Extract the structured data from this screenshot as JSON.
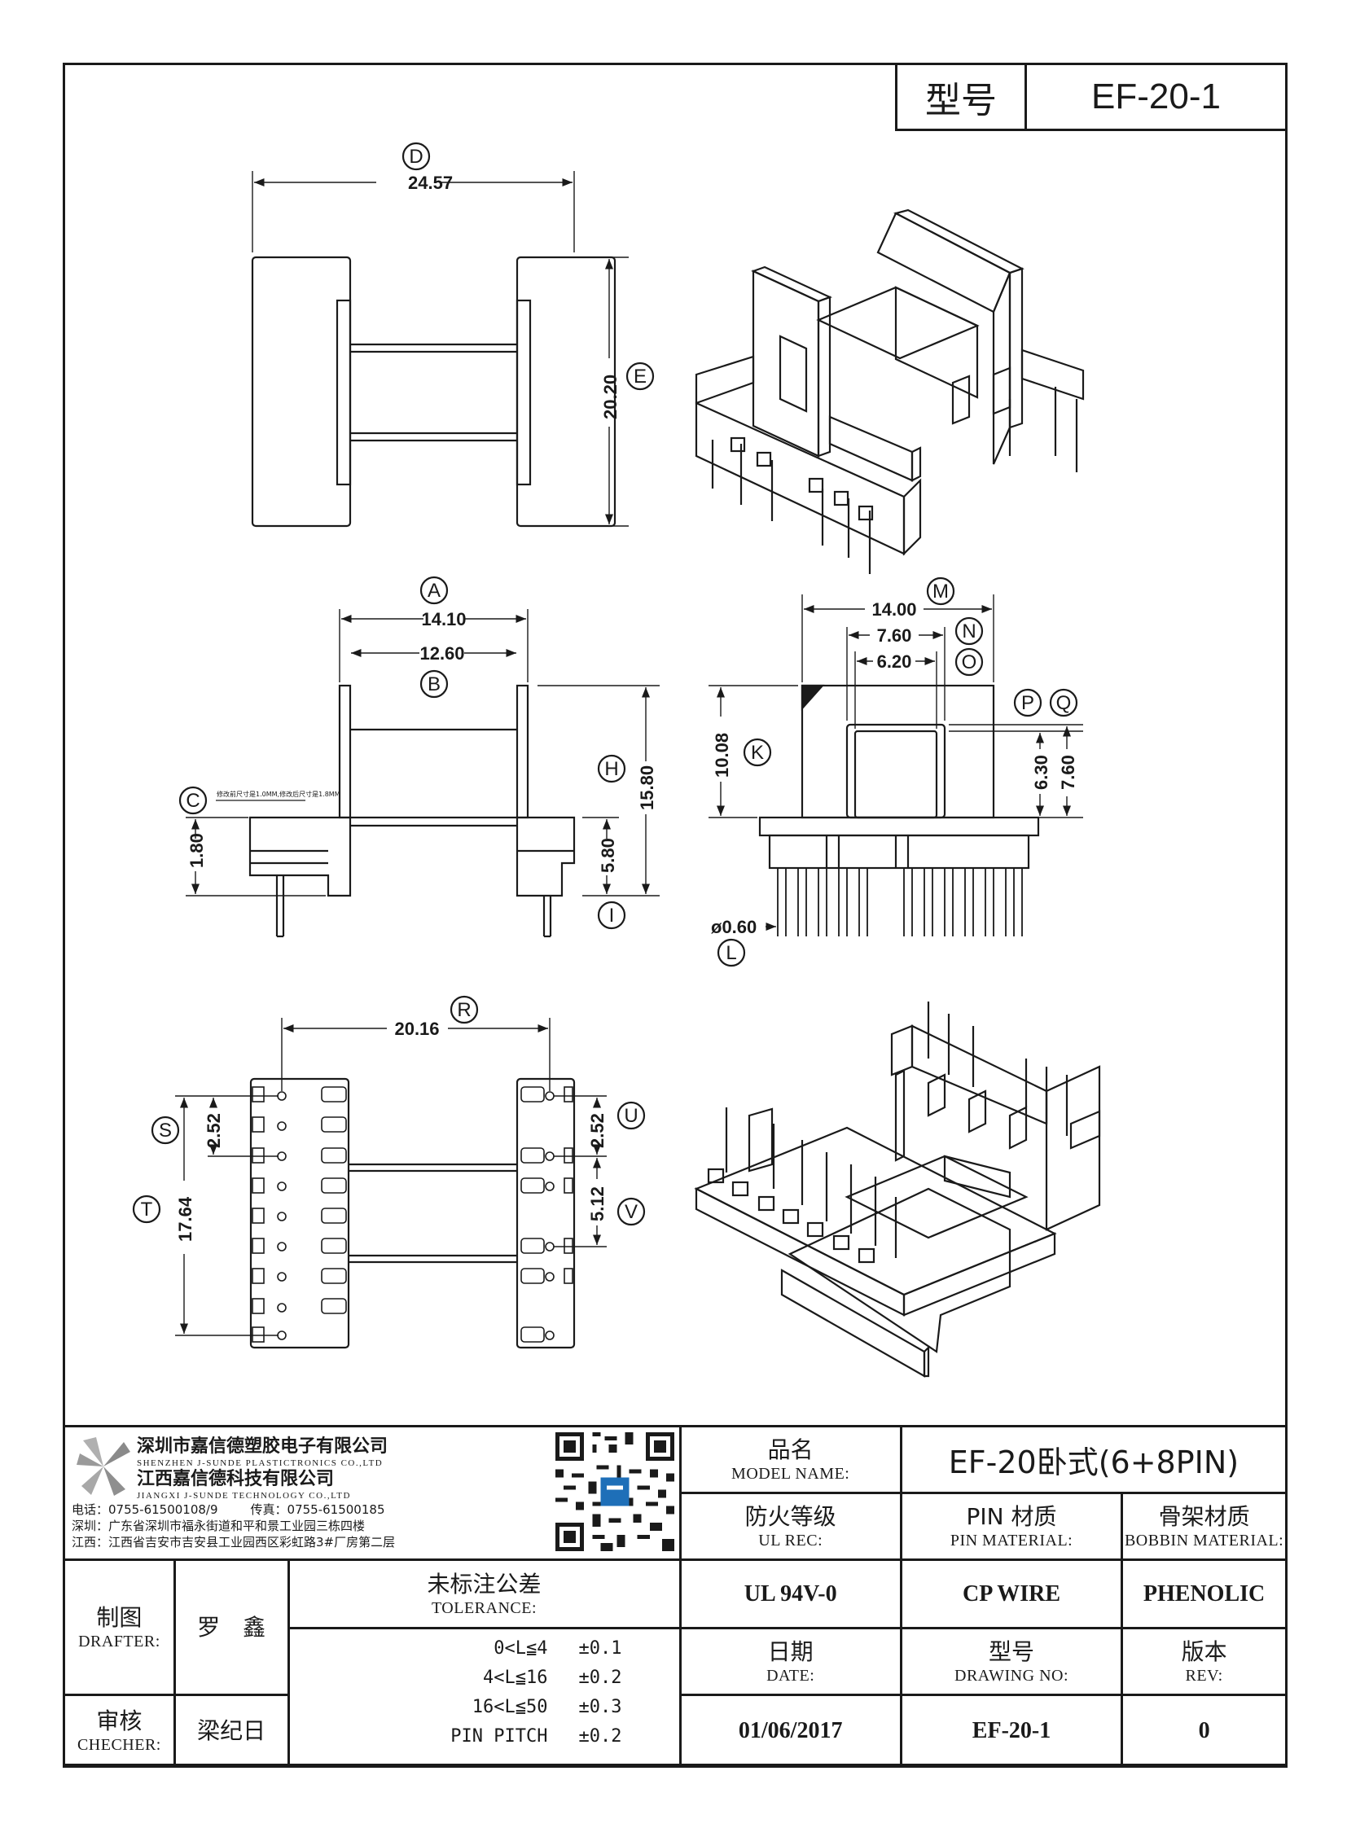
{
  "header": {
    "model_label": "型号",
    "model_value": "EF-20-1"
  },
  "top_view": {
    "dim_width": "24.57",
    "dim_width_tag": "D",
    "dim_height": "20.20",
    "dim_height_tag": "E"
  },
  "side_view": {
    "dim_a": "14.10",
    "tag_a": "A",
    "dim_b": "12.60",
    "tag_b": "B",
    "tag_c": "C",
    "note_c": "修改前尺寸是1.0MM,修改后尺寸是1.8MM",
    "dim_c": "1.80",
    "dim_h": "15.80",
    "tag_h": "H",
    "dim_i": "5.80",
    "tag_i": "I"
  },
  "front_view": {
    "dim_m": "14.00",
    "tag_m": "M",
    "dim_n": "7.60",
    "tag_n": "N",
    "dim_o": "6.20",
    "tag_o": "O",
    "dim_k": "10.08",
    "tag_k": "K",
    "dim_p": "6.30",
    "tag_p": "P",
    "dim_q": "7.60",
    "tag_q": "Q",
    "dim_l": "ø0.60",
    "tag_l": "L"
  },
  "bottom_view": {
    "dim_r": "20.16",
    "tag_r": "R",
    "dim_s": "2.52",
    "tag_s": "S",
    "dim_t": "17.64",
    "tag_t": "T",
    "dim_u": "2.52",
    "tag_u": "U",
    "dim_v": "5.12",
    "tag_v": "V"
  },
  "title_block": {
    "company_cn_1": "深圳市嘉信德塑胶电子有限公司",
    "company_en_1": "SHENZHEN J-SUNDE PLASTICTRONICS CO.,LTD",
    "company_cn_2": "江西嘉信德科技有限公司",
    "company_en_2": "JIANGXI J-SUNDE TECHNOLOGY CO.,LTD",
    "phone": "电话：0755-61500108/9",
    "fax": "传真：0755-61500185",
    "addr_sz": "深圳：广东省深圳市福永街道和平和景工业园三栋四楼",
    "addr_jx": "江西：江西省吉安市吉安县工业园西区彩虹路3#厂房第二层",
    "model_name_cn": "品名",
    "model_name_en": "MODEL NAME:",
    "model_name_value": "EF-20卧式(6+8PIN)",
    "ul_cn": "防火等级",
    "ul_en": "UL REC:",
    "ul_value": "UL 94V-0",
    "pin_cn": "PIN 材质",
    "pin_en": "PIN MATERIAL:",
    "pin_value": "CP WIRE",
    "bobbin_cn": "骨架材质",
    "bobbin_en": "BOBBIN MATERIAL:",
    "bobbin_value": "PHENOLIC",
    "drafter_cn": "制图",
    "drafter_en": "DRAFTER:",
    "drafter_value": "罗　鑫",
    "checker_cn": "审核",
    "checker_en": "CHECHER:",
    "checker_value": "梁纪日",
    "tol_cn": "未标注公差",
    "tol_en": "TOLERANCE:",
    "tolerances": [
      {
        "range": "0<L≦4",
        "value": "±0.1"
      },
      {
        "range": "4<L≦16",
        "value": "±0.2"
      },
      {
        "range": "16<L≦50",
        "value": "±0.3"
      },
      {
        "range": "PIN PITCH",
        "value": "±0.2"
      }
    ],
    "date_cn": "日期",
    "date_en": "DATE:",
    "date_value": "01/06/2017",
    "drawing_cn": "型号",
    "drawing_en": "DRAWING NO:",
    "drawing_value": "EF-20-1",
    "rev_cn": "版本",
    "rev_en": "REV:",
    "rev_value": "0"
  }
}
